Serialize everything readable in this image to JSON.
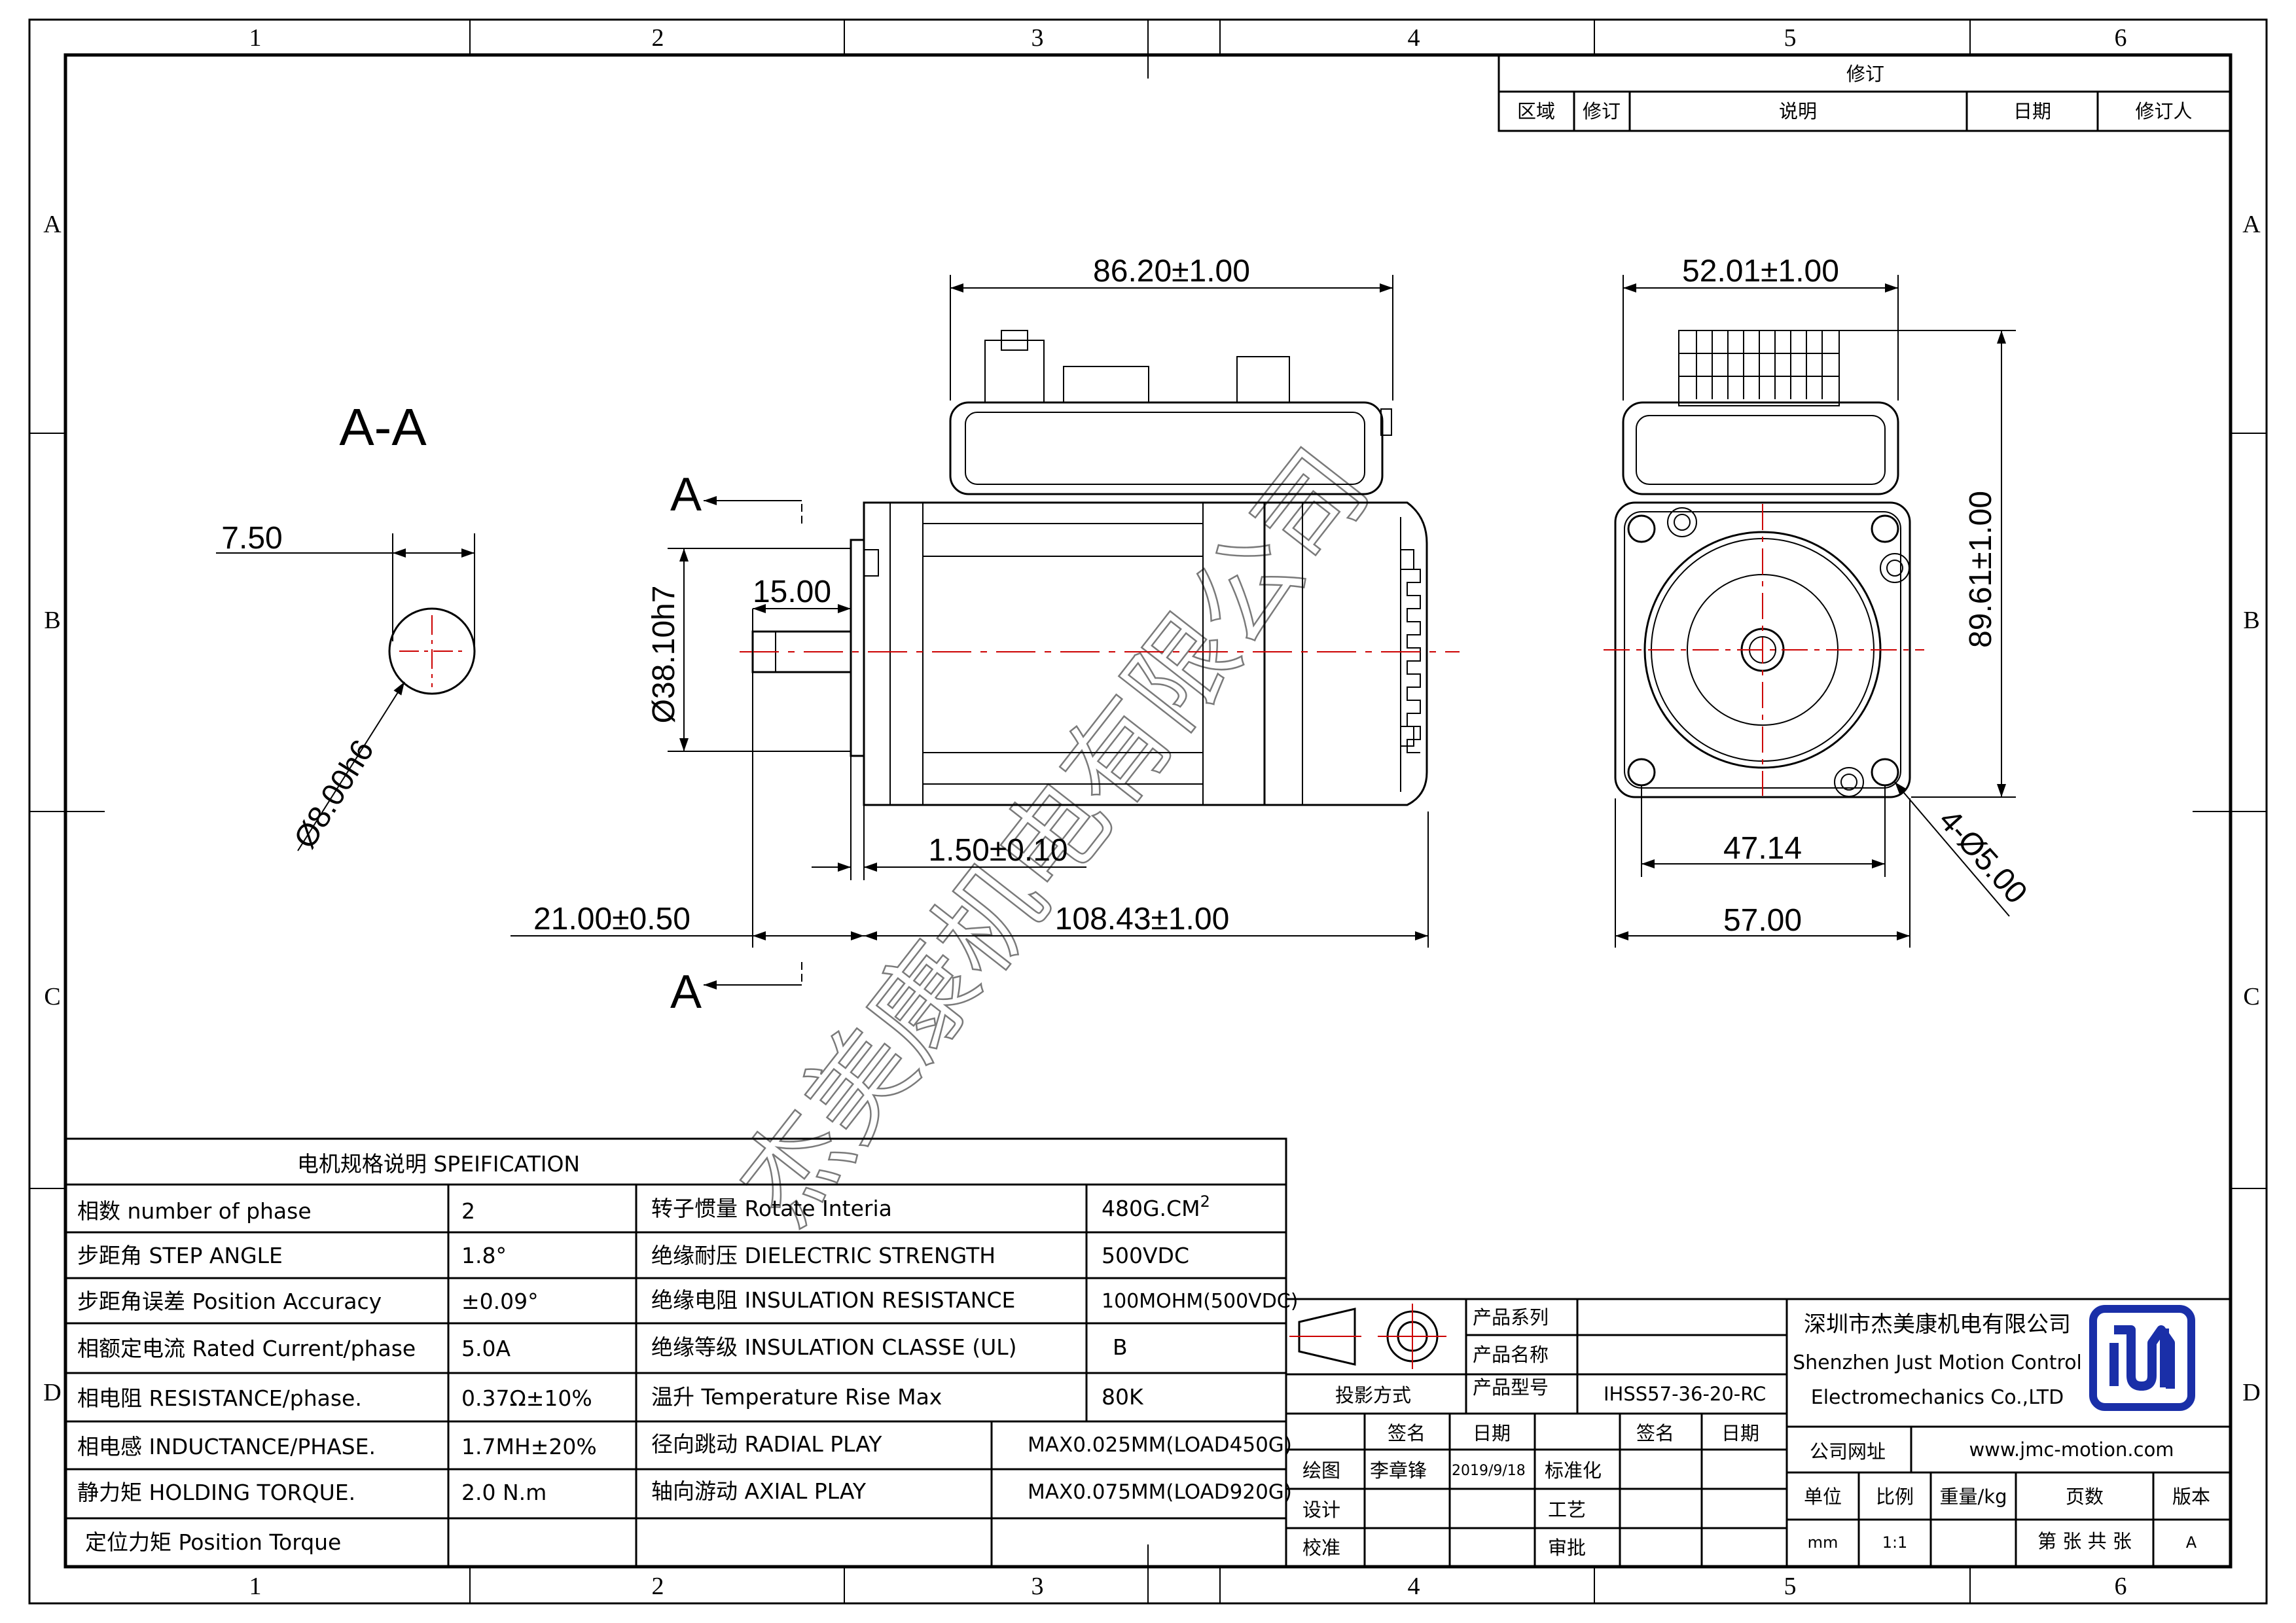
{
  "zones": {
    "columns": [
      "1",
      "2",
      "3",
      "4",
      "5",
      "6"
    ],
    "rows": [
      "A",
      "B",
      "C",
      "D"
    ]
  },
  "revision": {
    "title": "修订",
    "headers": [
      "区域",
      "修订",
      "说明",
      "日期",
      "修订人"
    ]
  },
  "views": {
    "section_title": "A-A",
    "section_marker": "A",
    "watermark": "杰美康机电有限公司"
  },
  "dimensions": {
    "section_width": "7.50",
    "shaft_diameter": "Ø8.00h6",
    "body_length": "86.20±1.00",
    "pilot_diameter": "Ø38.10h7",
    "key_length": "15.00",
    "pilot_depth": "1.50±0.10",
    "shaft_length": "21.00±0.50",
    "total_length": "108.43±1.00",
    "connector_width": "52.01±1.00",
    "total_height": "89.61±1.00",
    "hole_pitch": "47.14",
    "flange_width": "57.00",
    "mount_holes": "4-Ø5.00"
  },
  "spec": {
    "title": "电机规格说明 SPEIFICATION",
    "rows": [
      {
        "label": "相数 number of phase",
        "value": "2",
        "label2": "转子惯量 Rotate Interia",
        "value2": "480G.CM",
        "value2_sup": "2"
      },
      {
        "label": "步距角 STEP ANGLE",
        "value": "1.8°",
        "label2": "绝缘耐压 DIELECTRIC STRENGTH",
        "value2": "500VDC",
        "value2_sup": ""
      },
      {
        "label": "步距角误差 Position Accuracy",
        "value": "±0.09°",
        "label2": "绝缘电阻 INSULATION RESISTANCE",
        "value2": "100MOHM(500VDC)",
        "value2_sup": ""
      },
      {
        "label": "相额定电流 Rated Current/phase",
        "value": "5.0A",
        "label2": "绝缘等级 INSULATION CLASSE (UL)",
        "value2": "B",
        "value2_sup": ""
      },
      {
        "label": "相电阻 RESISTANCE/phase.",
        "value": "0.37Ω±10%",
        "label2": "温升 Temperature Rise Max",
        "value2": "80K",
        "value2_sup": ""
      },
      {
        "label": "相电感 INDUCTANCE/PHASE.",
        "value": "1.7MH±20%",
        "label2": "径向跳动 RADIAL PLAY",
        "value2": "MAX0.025MM(LOAD450G)",
        "value2_sup": ""
      },
      {
        "label": "静力矩 HOLDING TORQUE.",
        "value": "2.0 N.m",
        "label2": "轴向游动 AXIAL PLAY",
        "value2": "MAX0.075MM(LOAD920G)",
        "value2_sup": ""
      },
      {
        "label": "定位力矩 Position Torque",
        "value": "",
        "label2": "",
        "value2": "",
        "value2_sup": ""
      }
    ]
  },
  "title_block": {
    "product_series_label": "产品系列",
    "product_name_label": "产品名称",
    "projection_label": "投影方式",
    "product_model_label": "产品型号",
    "product_model": "IHSS57-36-20-RC",
    "sign_label": "签名",
    "date_label": "日期",
    "sign_label2": "签名",
    "date_label2": "日期",
    "draw_label": "绘图",
    "drawer": "李章锋",
    "draw_date": "2019/9/18",
    "standard_label": "标准化",
    "design_label": "设计",
    "process_label": "工艺",
    "check_label": "校准",
    "approve_label": "审批",
    "company_cn": "深圳市杰美康机电有限公司",
    "company_en_1": "Shenzhen Just Motion Control",
    "company_en_2": "Electromechanics Co.,LTD",
    "website_label": "公司网址",
    "website": "www.jmc-motion.com",
    "unit_label": "单位",
    "scale_label": "比例",
    "weight_label": "重量/kg",
    "pages_label": "页数",
    "version_label": "版本",
    "unit": "mm",
    "scale": "1:1",
    "sheet": "第 张 共 张",
    "version": "A",
    "logo_color": "#1a2fa8"
  }
}
